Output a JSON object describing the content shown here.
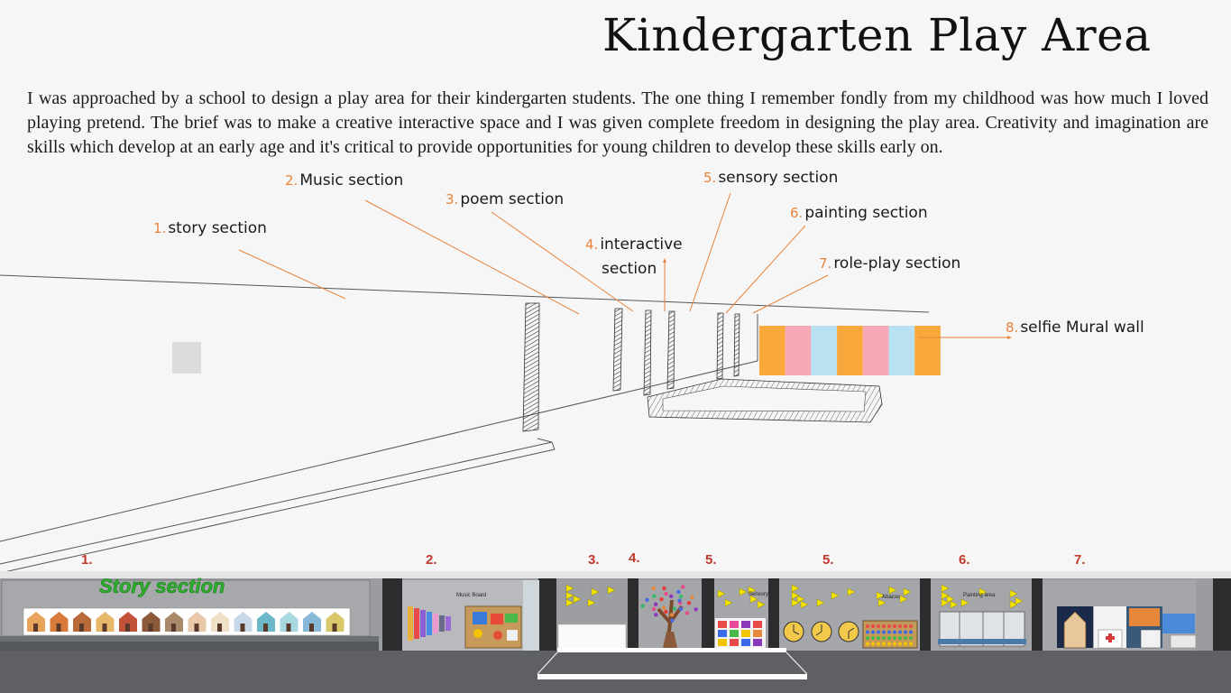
{
  "title": "Kindergarten Play Area",
  "intro": "I was approached by a school to design a play area for their kindergarten students. The one thing I remember fondly from my childhood was how much I loved playing pretend. The brief was to make a creative interactive space and  I was given complete freedom in designing the play area. Creativity and imagination are skills which develop at an early age and it's critical to provide opportunities for young children to develop these skills early on.",
  "callouts": [
    {
      "num": "1.",
      "label": "story section"
    },
    {
      "num": "2.",
      "label": "Music section"
    },
    {
      "num": "3.",
      "label": "poem section"
    },
    {
      "num": "4.",
      "label": "interactive",
      "label2": "section"
    },
    {
      "num": "5.",
      "label": "sensory section"
    },
    {
      "num": "6.",
      "label": "painting section"
    },
    {
      "num": "7.",
      "label": "role-play section"
    },
    {
      "num": "8.",
      "label": "selfie Mural wall"
    }
  ],
  "bottom_numbers": [
    "1.",
    "2.",
    "3.",
    "4.",
    "5.",
    "5.",
    "6.",
    "7."
  ],
  "story_section_title": "Story section",
  "panel_labels": {
    "music_board": "Music Board",
    "sensory": "Sensory",
    "abacus": "Abacus",
    "painting_area": "Painting area"
  },
  "colors": {
    "accent": "#e8833a",
    "bottom_number": "#c0392b",
    "story_title": "#2db02d",
    "mural": [
      "#f9a93b",
      "#f7a9b8",
      "#b8e1f2",
      "#f9a93b",
      "#f7a9b8",
      "#b8e1f2",
      "#f9a93b"
    ],
    "triangle": "#f2e300"
  }
}
